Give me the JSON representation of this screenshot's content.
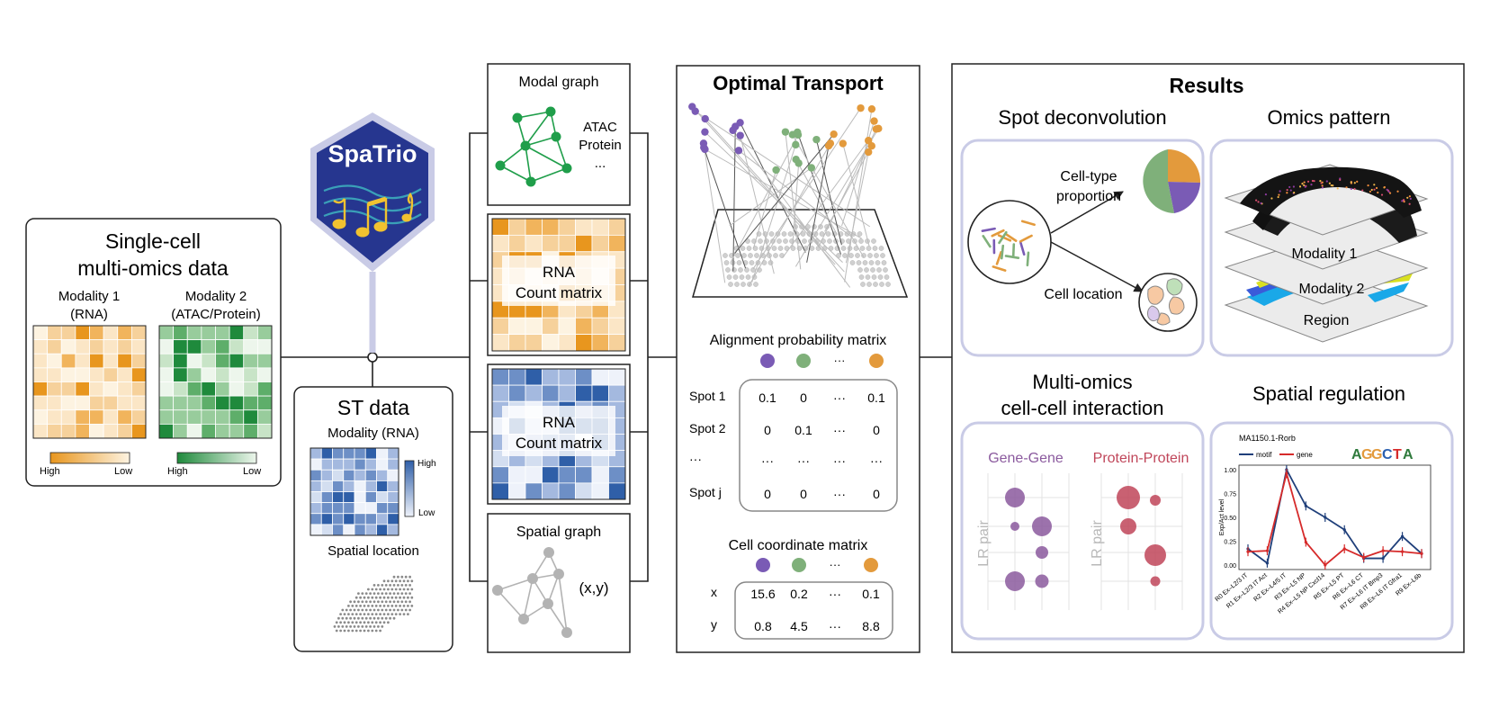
{
  "input": {
    "sc_title_line1": "Single-cell",
    "sc_title_line2": "multi-omics data",
    "mod1_label_line1": "Modality 1",
    "mod1_label_line2": "(RNA)",
    "mod2_label_line1": "Modality 2",
    "mod2_label_line2": "(ATAC/Protein)",
    "high": "High",
    "low": "Low",
    "st_title": "ST data",
    "st_modality": "Modality (RNA)",
    "st_spatial": "Spatial location",
    "logo_text": "SpaTrio"
  },
  "graphs": {
    "modal_graph_title": "Modal graph",
    "modal_graph_atac": "ATAC",
    "modal_graph_protein": "Protein",
    "modal_graph_dots": "...",
    "count_matrix_line1": "RNA",
    "count_matrix_line2": "Count matrix",
    "spatial_graph_title": "Spatial graph",
    "spatial_graph_xy": "(x,y)"
  },
  "ot": {
    "title": "Optimal Transport",
    "apm_title": "Alignment probability matrix",
    "apm_rows": [
      {
        "label": "Spot 1",
        "vals": [
          "0.1",
          "0",
          "···",
          "0.1"
        ]
      },
      {
        "label": "Spot 2",
        "vals": [
          "0",
          "0.1",
          "···",
          "0"
        ]
      },
      {
        "label": "···",
        "vals": [
          "···",
          "···",
          "···",
          "···"
        ]
      },
      {
        "label": "Spot  j",
        "vals": [
          "0",
          "0",
          "···",
          "0"
        ]
      }
    ],
    "ccm_title": "Cell coordinate matrix",
    "ccm_rows": [
      {
        "label": "x",
        "vals": [
          "15.6",
          "0.2",
          "···",
          "0.1"
        ]
      },
      {
        "label": "y",
        "vals": [
          "0.8",
          "4.5",
          "···",
          "8.8"
        ]
      }
    ],
    "dot_colors": [
      "#7a5bb5",
      "#7fb07a",
      "#e39a3c"
    ],
    "dots": "···"
  },
  "results": {
    "title": "Results",
    "spot_deconv": "Spot deconvolution",
    "cell_type_line1": "Cell-type",
    "cell_type_line2": "proportion",
    "cell_location": "Cell location",
    "omics_pattern": "Omics pattern",
    "modality1": "Modality 1",
    "modality2": "Modality 2",
    "region": "Region",
    "multiomics_line1": "Multi-omics",
    "multiomics_line2": "cell-cell interaction",
    "gene_gene": "Gene-Gene",
    "protein_protein": "Protein-Protein",
    "lr_pair": "LR pair",
    "spatial_regulation": "Spatial regulation",
    "motif_name": "MA1150.1-Rorb",
    "legend_motif": "motif",
    "legend_gene": "gene",
    "ylabel": "Exp/Act level",
    "yticks": [
      "1.00",
      "0.75",
      "0.50",
      "0.25",
      "0.00"
    ],
    "categories": [
      "R0 Ex–L2/3 IT",
      "R1 Ex–L2/3 IT Act",
      "R2 Ex–L4/5 IT",
      "R3 Ex–L5 NP",
      "R4 Ex–L5 NP Cxcl14",
      "R5 Ex–L5 PT",
      "R6 Ex–L6 CT",
      "R7 Ex–L6 IT Bmp3",
      "R8 Ex–L6 IT Gfra1",
      "R9 Ex–L6b"
    ]
  },
  "chart_data": {
    "type": "line",
    "title": "MA1150.1-Rorb",
    "ylabel": "Exp/Act level",
    "ylim": [
      0,
      1
    ],
    "categories": [
      "R0 Ex–L2/3 IT",
      "R1 Ex–L2/3 IT Act",
      "R2 Ex–L4/5 IT",
      "R3 Ex–L5 NP",
      "R4 Ex–L5 NP Cxcl14",
      "R5 Ex–L5 PT",
      "R6 Ex–L6 CT",
      "R7 Ex–L6 IT Bmp3",
      "R8 Ex–L6 IT Gfra1",
      "R9 Ex–L6b"
    ],
    "series": [
      {
        "name": "motif",
        "color": "#1f3f7a",
        "values": [
          0.17,
          0.02,
          1.0,
          0.62,
          0.5,
          0.37,
          0.07,
          0.07,
          0.3,
          0.12
        ]
      },
      {
        "name": "gene",
        "color": "#d62a2a",
        "values": [
          0.14,
          0.15,
          0.96,
          0.24,
          0.0,
          0.17,
          0.08,
          0.15,
          0.14,
          0.12
        ]
      }
    ]
  }
}
